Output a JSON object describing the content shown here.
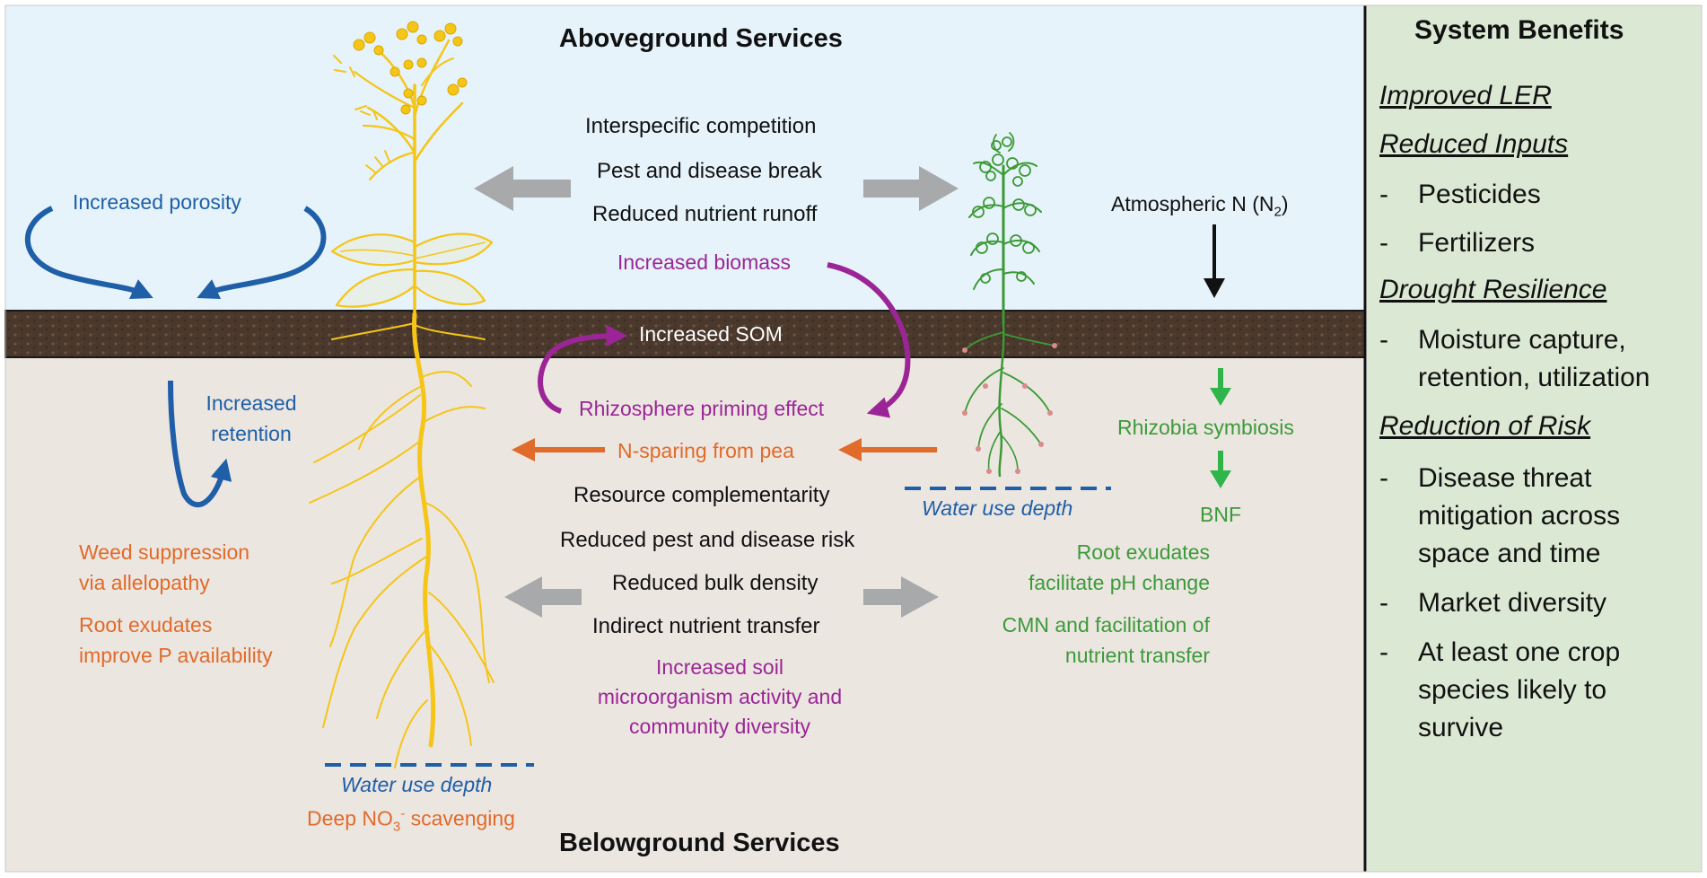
{
  "titles": {
    "above": "Aboveground Services",
    "below": "Belowground Services"
  },
  "above_center": {
    "competition": "Interspecific competition",
    "pest_break": "Pest and disease break",
    "runoff": "Reduced nutrient runoff",
    "biomass": "Increased biomass",
    "som": "Increased SOM"
  },
  "left_side": {
    "porosity": "Increased porosity",
    "retention_line1": "Increased",
    "retention_line2": "retention",
    "weed_line1": "Weed suppression",
    "weed_line2": "via allelopathy",
    "p_line1": "Root exudates",
    "p_line2": "improve P availability",
    "water_depth": "Water use depth",
    "no3_prefix": "Deep NO",
    "no3_sub": "3",
    "no3_sup": "-",
    "no3_suffix": " scavenging"
  },
  "below_center": {
    "priming": "Rhizosphere priming effect",
    "n_sparing": "N-sparing from pea",
    "complementarity": "Resource complementarity",
    "pest_risk": "Reduced pest and disease risk",
    "bulk_density": "Reduced bulk density",
    "indirect_transfer": "Indirect nutrient transfer",
    "microbe_line1": "Increased soil",
    "microbe_line2": "microorganism activity and",
    "microbe_line3": "community diversity"
  },
  "right_side": {
    "atm_prefix": "Atmospheric N (N",
    "atm_sub": "2",
    "atm_suffix": ")",
    "rhizobia": "Rhizobia symbiosis",
    "bnf": "BNF",
    "water_depth": "Water use depth",
    "ph_line1": "Root exudates",
    "ph_line2": "facilitate pH change",
    "cmn_line1": "CMN and facilitation of",
    "cmn_line2": "nutrient transfer"
  },
  "sidebar": {
    "title": "System Benefits",
    "h_ler": "Improved LER",
    "h_inputs": "Reduced Inputs",
    "i_pesticides": "Pesticides",
    "i_fertilizers": "Fertilizers",
    "h_drought": "Drought Resilience",
    "i_moisture_1": "Moisture capture,",
    "i_moisture_2": "retention, utilization",
    "h_risk": "Reduction of Risk",
    "i_disease_1": "Disease threat",
    "i_disease_2": "mitigation across",
    "i_disease_3": "space and time",
    "i_market": "Market diversity",
    "i_survive_1": "At least one crop",
    "i_survive_2": "species likely to",
    "i_survive_3": "survive",
    "dash": "-"
  },
  "colors": {
    "sky": "#e6f3fa",
    "soil_bg": "#ece6e1",
    "soil_band": "#4a382c",
    "sidebar_bg": "#dbe9d4",
    "canola": "#f5c518",
    "pea": "#3b9a35",
    "blue": "#1e5fa8",
    "orange": "#e06b2a",
    "purple": "#9b2596",
    "green_text": "#3c9a3a",
    "gray_arrow": "#a7a9ab"
  }
}
